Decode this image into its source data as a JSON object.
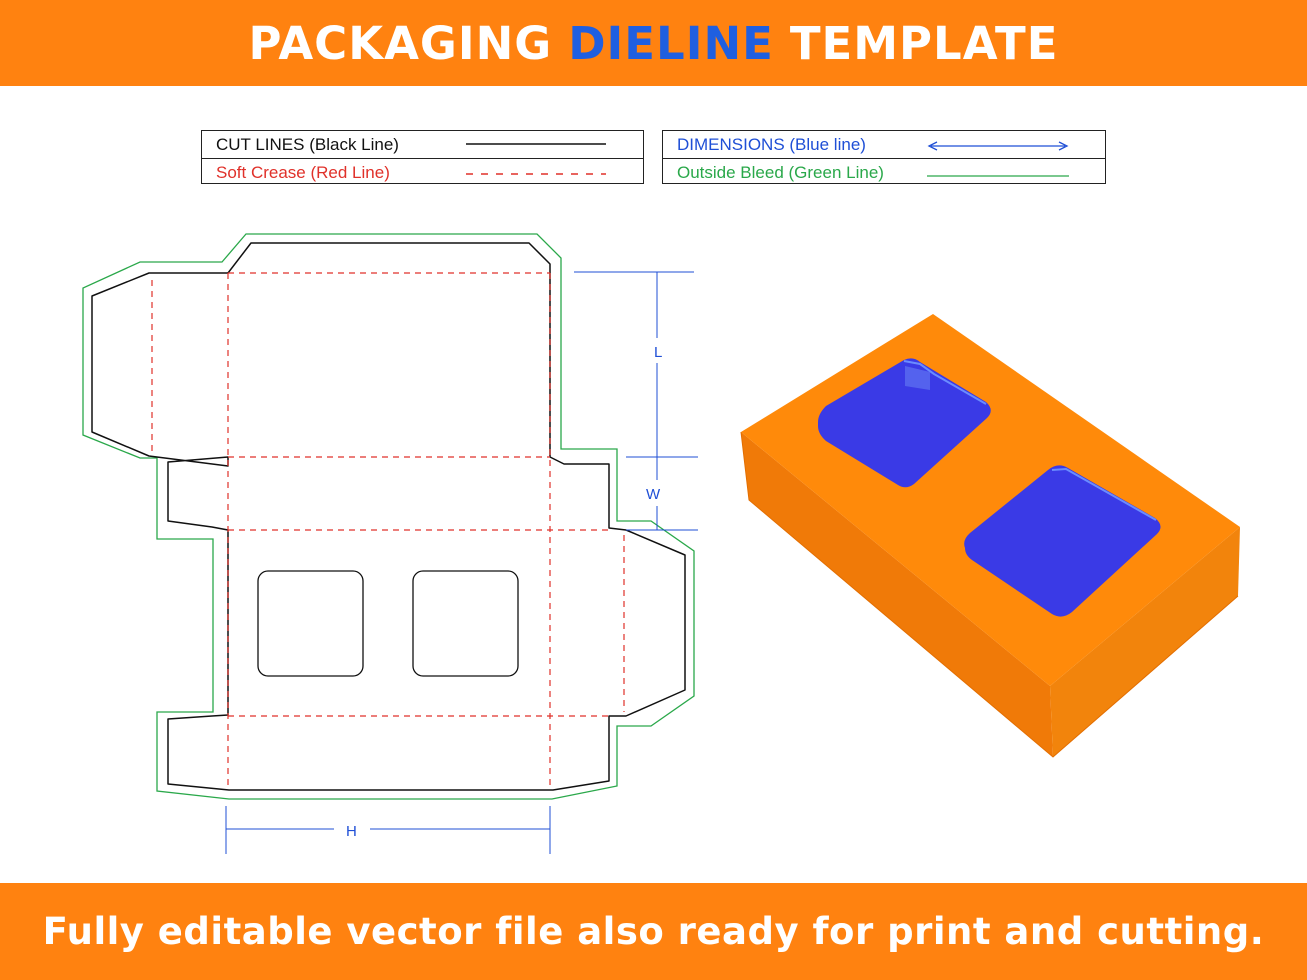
{
  "header": {
    "title_part1": "PACKAGING",
    "title_accent": "DIELINE",
    "title_part2": "TEMPLATE",
    "background_color": "#ff8210",
    "accent_color": "#1f5fe0"
  },
  "legend": {
    "cut_lines": "CUT LINES (Black Line)",
    "soft_crease": "Soft Crease (Red Line)",
    "dimensions": "DIMENSIONS (Blue line)",
    "outside_bleed": "Outside Bleed (Green Line)",
    "colors": {
      "cut": "#111111",
      "crease": "#e0312a",
      "dimension": "#1f4fd6",
      "bleed": "#2aa84a"
    }
  },
  "dieline": {
    "dimension_labels": {
      "length": "L",
      "width": "W",
      "height": "H"
    },
    "window_count": 2
  },
  "mockup": {
    "box_color": "#ff8a0a",
    "window_color": "#3a3ae6"
  },
  "footer": {
    "text": "Fully editable vector file also ready for print and cutting."
  }
}
